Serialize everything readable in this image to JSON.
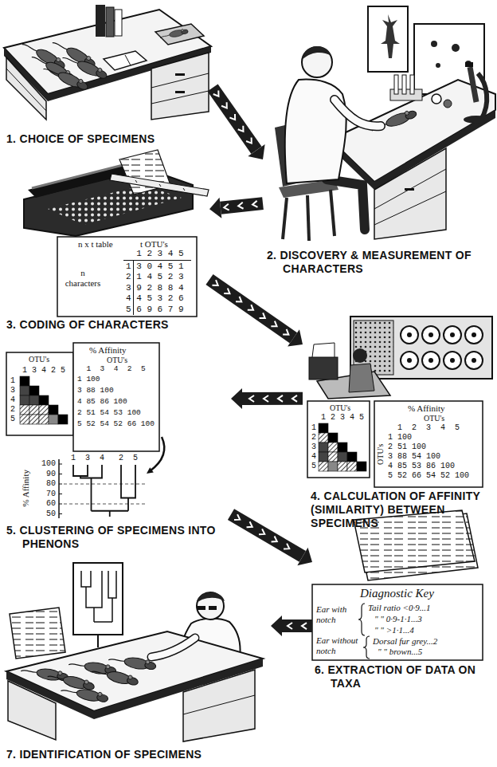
{
  "diagram": {
    "nodes": [
      {
        "text": [
          "1. CHOICE OF SPECIMENS"
        ]
      },
      {
        "text": [
          "2. DISCOVERY & MEASUREMENT OF CHARACTERS"
        ]
      },
      {
        "text": [
          "3. CODING OF CHARACTERS"
        ]
      },
      {
        "text": [
          "4. CALCULATION OF AFFINITY (SIMILARITY) BETWEEN SPECIMENS"
        ]
      },
      {
        "text": [
          "5. CLUSTERING OF SPECIMENS INTO PHENONS"
        ]
      },
      {
        "text": [
          "6. EXTRACTION OF DATA ON TAXA"
        ]
      },
      {
        "text": [
          "7. IDENTIFICATION OF SPECIMENS"
        ]
      }
    ],
    "edges": [
      {
        "from": 0,
        "to": 1,
        "arrow": "to"
      },
      {
        "from": 1,
        "to": 2,
        "arrow": "to"
      },
      {
        "from": 2,
        "to": 3,
        "arrow": "to"
      },
      {
        "from": 3,
        "to": 4,
        "arrow": "to"
      },
      {
        "from": 4,
        "to": 5,
        "arrow": "to"
      },
      {
        "from": 5,
        "to": 6,
        "arrow": "to"
      }
    ],
    "labels": [
      "n x t table",
      "t OTU's",
      "1 2 3 4 5",
      "n characters",
      "1 3 0 4 5 1",
      "2 1 4 5 2 3",
      "3 9 2 8 8 4",
      "4 4 5 3 2 6",
      "5 6 9 6 7 9",
      "OTU's",
      "1 2 3 4 5",
      "1",
      "2",
      "3",
      "4",
      "5",
      "% Affinity",
      "OTU's",
      "OTU's",
      "1 2 3 4 5",
      "1 100",
      "2 51 100",
      "3 88 54 100",
      "4 85 53 86 100",
      "5 52 66 54 52 100",
      "OTU's",
      "1 3 4 2 5",
      "1",
      "3",
      "4",
      "2",
      "5",
      "% Affinity",
      "OTU's",
      "1 3 4 2 5",
      "1 100",
      "3 88 100",
      "4 85 86 100",
      "2 51 54 53 100",
      "5 52 54 52 66 100",
      "% Affinity",
      "100",
      "90",
      "80",
      "70",
      "60",
      "50",
      "1",
      "3",
      "4",
      "2",
      "5",
      "Diagnostic Key",
      "Ear with notch",
      "Tail ratio <0·9...1",
      "\" \" 0·9-1·1...3",
      "\" \" >1·1...4",
      "Ear without notch",
      "Dorsal fur grey...2",
      "\" \" brown...5"
    ]
  }
}
